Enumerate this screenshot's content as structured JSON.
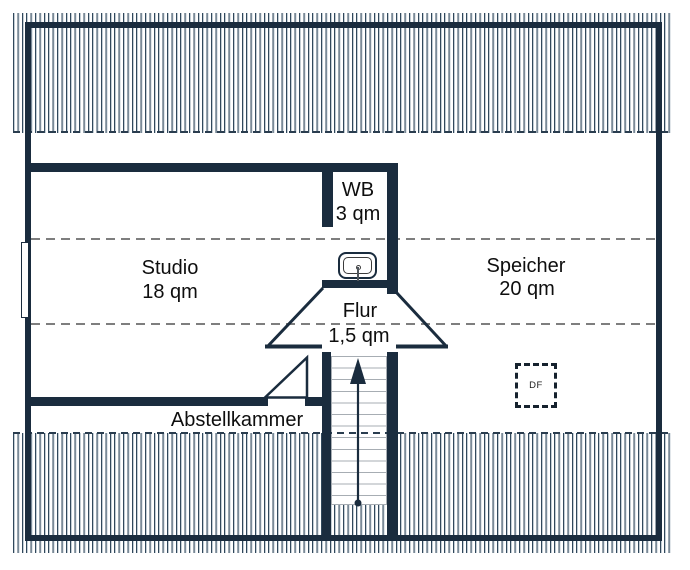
{
  "plan": {
    "rooms": [
      {
        "id": "studio",
        "label": "Studio",
        "area": "18 qm"
      },
      {
        "id": "wb",
        "label": "WB",
        "area": "3 qm"
      },
      {
        "id": "speicher",
        "label": "Speicher",
        "area": "20 qm"
      },
      {
        "id": "flur",
        "label": "Flur",
        "area": "1,5 qm"
      },
      {
        "id": "abstellkammer",
        "label": "Abstellkammer",
        "area": ""
      }
    ],
    "roof_window_label": "DF",
    "colors": {
      "wall": "#1a2c3e",
      "hatch_line": "#31485c",
      "height_dash_line": "#7e7e7e",
      "text": "#0e0e0e",
      "background": "#ffffff"
    }
  }
}
